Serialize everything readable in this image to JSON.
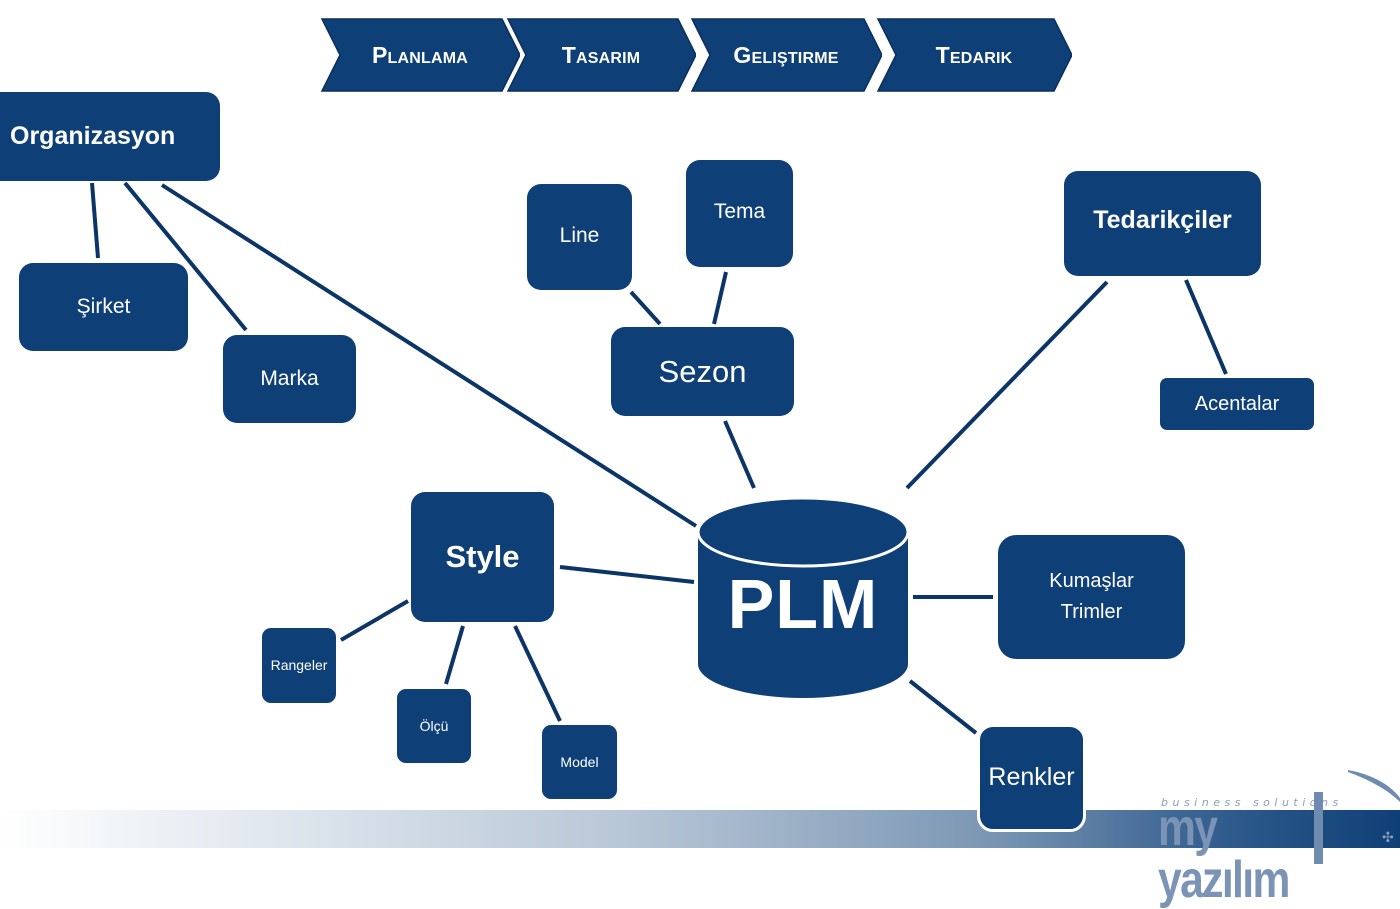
{
  "colors": {
    "node_fill": "#0e3f76",
    "connector": "#0b3467",
    "text": "#ffffff",
    "logo": "#7b93b5"
  },
  "process_steps": [
    {
      "label": "Planlama"
    },
    {
      "label": "Tasarım"
    },
    {
      "label": "Geliştirme"
    },
    {
      "label": "Tedarik"
    }
  ],
  "center": {
    "label": "PLM",
    "shape": "database-cylinder"
  },
  "nodes": {
    "organizasyon": "Organizasyon",
    "sirket": "Şirket",
    "marka": "Marka",
    "line": "Line",
    "tema": "Tema",
    "sezon": "Sezon",
    "tedarikciler": "Tedarikçiler",
    "acentalar": "Acentalar",
    "style": "Style",
    "rangeler": "Rangeler",
    "olcu": "Ölçü",
    "model": "Model",
    "kumaslar_line1": "Kumaşlar",
    "kumaslar_line2": "Trimler",
    "renkler": "Renkler"
  },
  "edges": [
    [
      "organizasyon",
      "sirket"
    ],
    [
      "organizasyon",
      "marka"
    ],
    [
      "organizasyon",
      "plm"
    ],
    [
      "line",
      "sezon"
    ],
    [
      "tema",
      "sezon"
    ],
    [
      "sezon",
      "plm"
    ],
    [
      "tedarikciler",
      "plm"
    ],
    [
      "tedarikciler",
      "acentalar"
    ],
    [
      "style",
      "plm"
    ],
    [
      "style",
      "rangeler"
    ],
    [
      "style",
      "olcu"
    ],
    [
      "style",
      "model"
    ],
    [
      "plm",
      "kumaslar"
    ],
    [
      "plm",
      "renkler"
    ]
  ],
  "logo": {
    "tagline": "business solutions",
    "wordmark": "my yazılım"
  }
}
